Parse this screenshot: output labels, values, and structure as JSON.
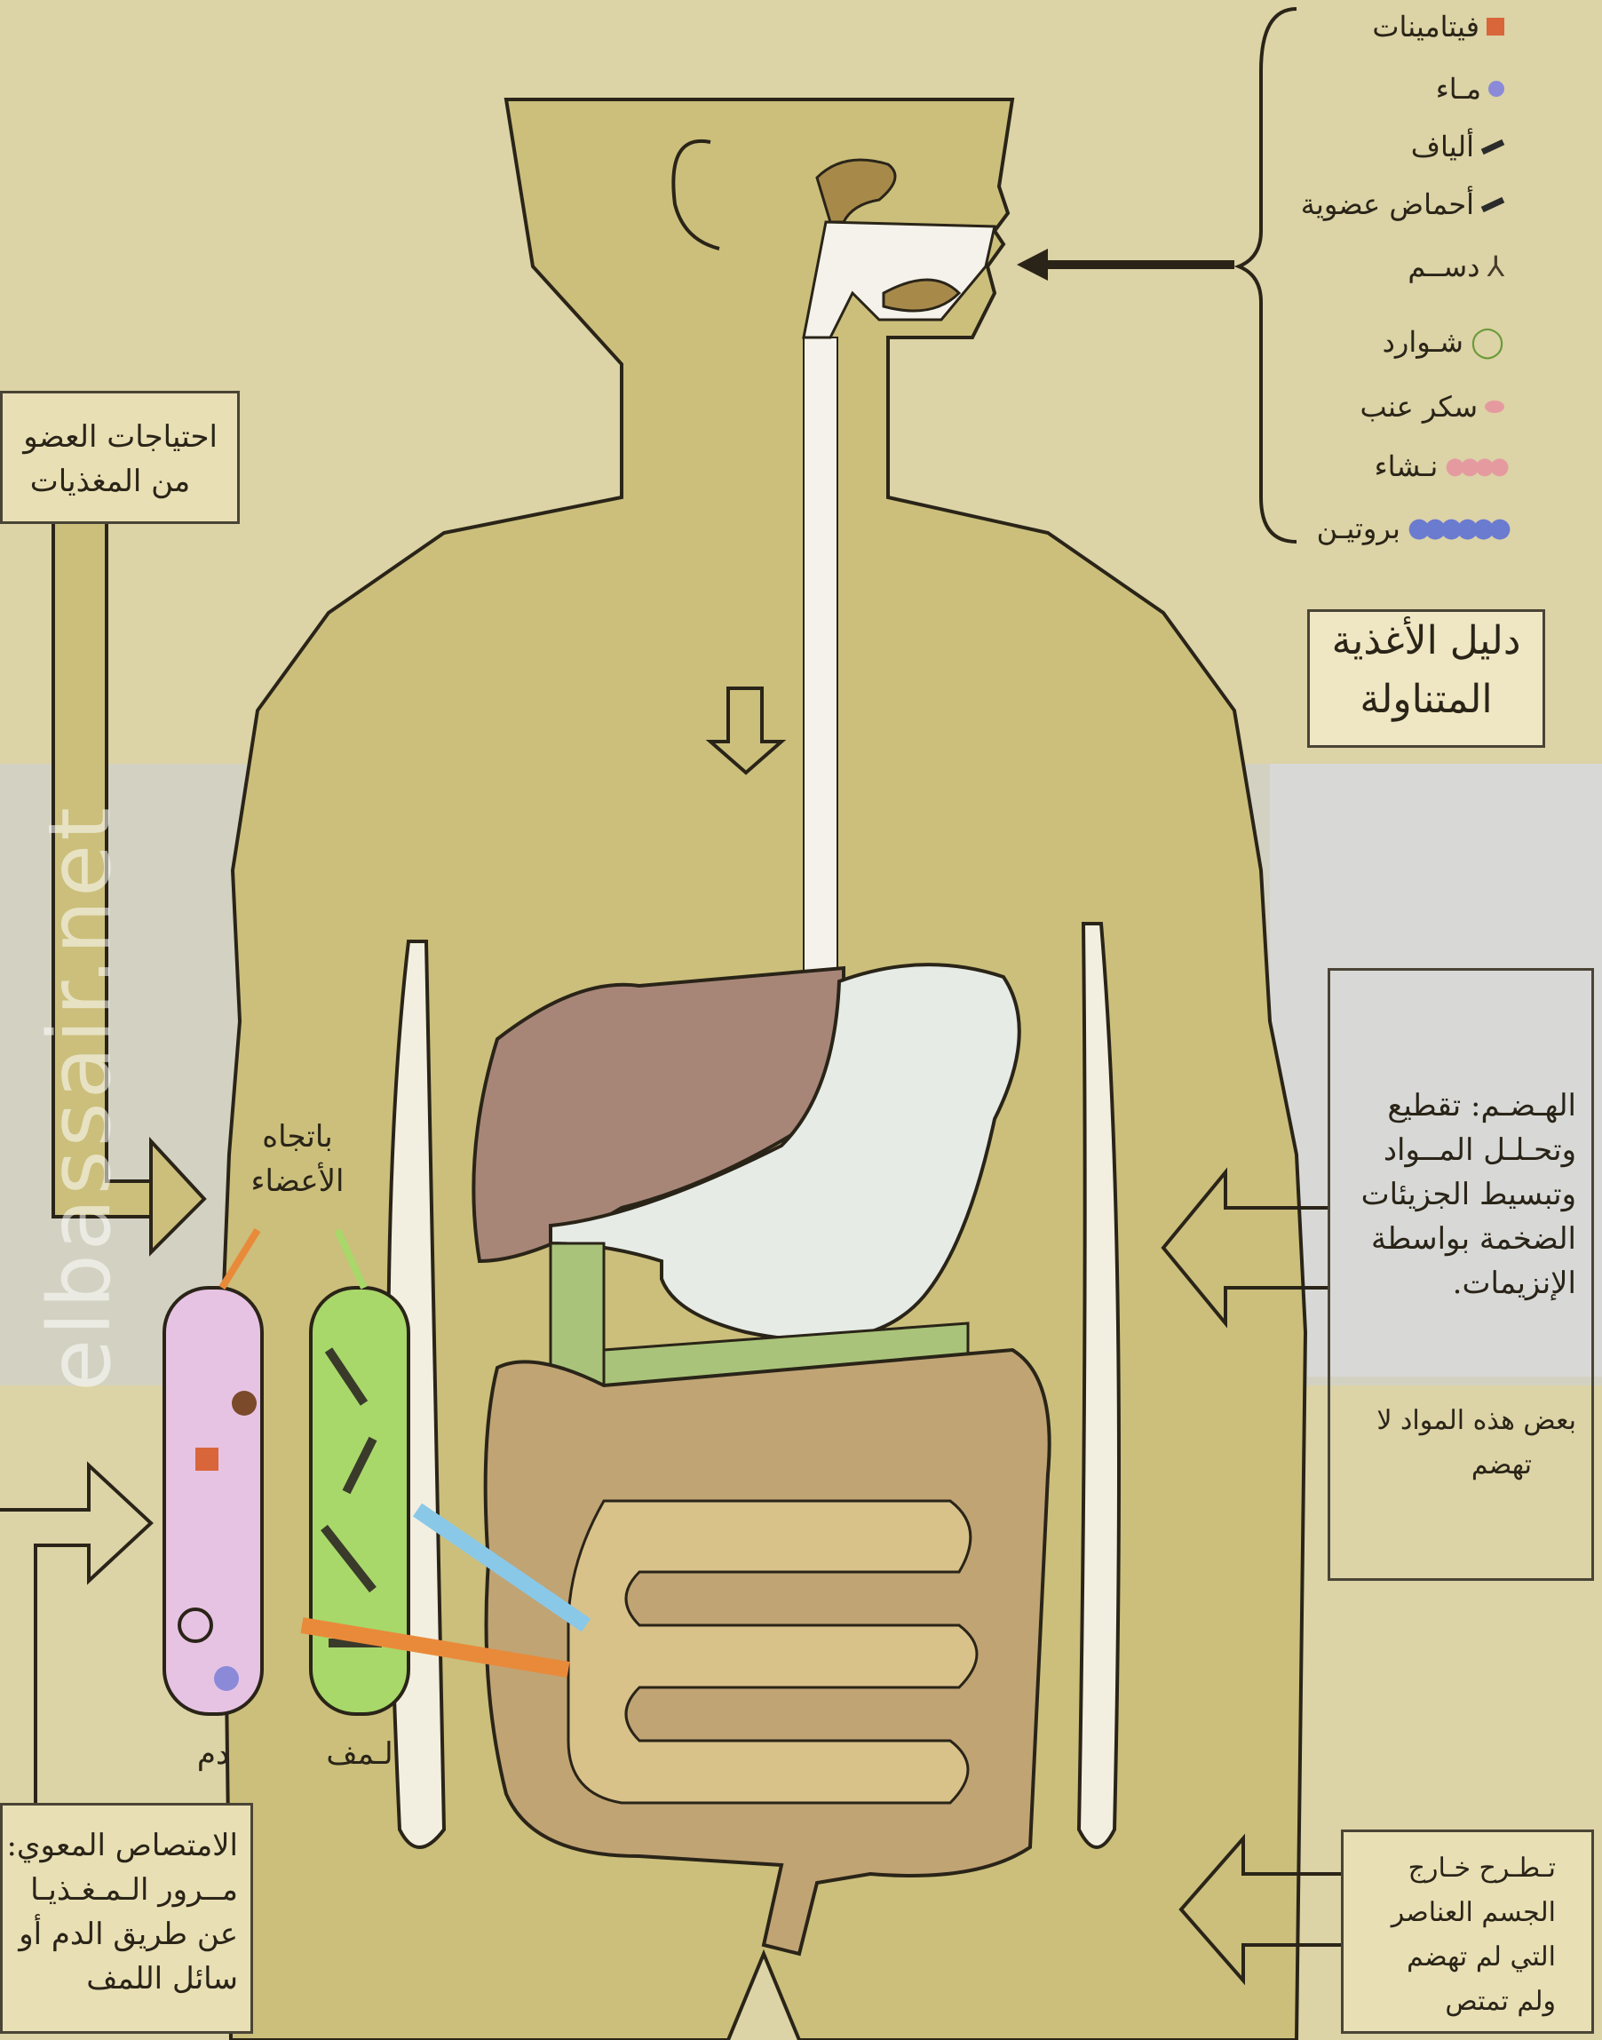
{
  "legend": {
    "items": [
      {
        "label": "فيتامينات",
        "icon": "vitamin-icon",
        "color": "#d9653a"
      },
      {
        "label": "مـاء",
        "icon": "water-icon",
        "color": "#8a8ad8"
      },
      {
        "label": "ألياف",
        "icon": "fiber-icon",
        "color": "#2b2b2b"
      },
      {
        "label": "أحماض عضوية",
        "icon": "organic-acid-icon",
        "color": "#2b2b2b"
      },
      {
        "label": "دســم",
        "icon": "fat-icon",
        "color": "#4a3b2a"
      },
      {
        "label": "شـوارد",
        "icon": "ions-icon",
        "color": "#6a9b3a"
      },
      {
        "label": "سكر عنب",
        "icon": "glucose-icon",
        "color": "#e59aa0"
      },
      {
        "label": "نـشاء",
        "icon": "starch-icon",
        "color": "#e59aa0"
      },
      {
        "label": "بروتيـن",
        "icon": "protein-icon",
        "color": "#6b7bd0"
      }
    ],
    "title_line1": "دليل الأغذية",
    "title_line2": "المتناولة"
  },
  "left_top_box": {
    "line1": "احتياجات العضو",
    "line2": "من المغذيات"
  },
  "toward_organs": {
    "line1": "باتجاه",
    "line2": "الأعضاء"
  },
  "tubes": {
    "blood": "دم",
    "lymph": "لـمف"
  },
  "digestion_box": {
    "lines": [
      "الهـضـم: تقطيع",
      "وتحـلـل المــواد",
      "وتبسيط الجزيئات",
      "الضخمة بواسطة",
      "الإنزيمات."
    ]
  },
  "undigested_box": {
    "lines": [
      "بعض هذه المواد لا",
      "تهضم"
    ]
  },
  "absorption_box": {
    "lines": [
      "الامتصاص المعوي:",
      "مــرور الـمـغـذيـا",
      "عن طريق الدم أو",
      "سائل اللمف"
    ]
  },
  "excretion_box": {
    "lines": [
      "تـطـرح خـارج",
      "الجسم العناصر",
      "التي لم تهضم",
      "ولم تمتص"
    ]
  },
  "watermark": "elbassair.net",
  "colors": {
    "body": "#cbbf7b",
    "background": "#dcd3a6",
    "liver": "#a78678",
    "stomach": "#e6ebe6",
    "intestine": "#c0a474",
    "blood_tube": "#e7c3e3",
    "lymph_tube": "#a8d86a"
  }
}
